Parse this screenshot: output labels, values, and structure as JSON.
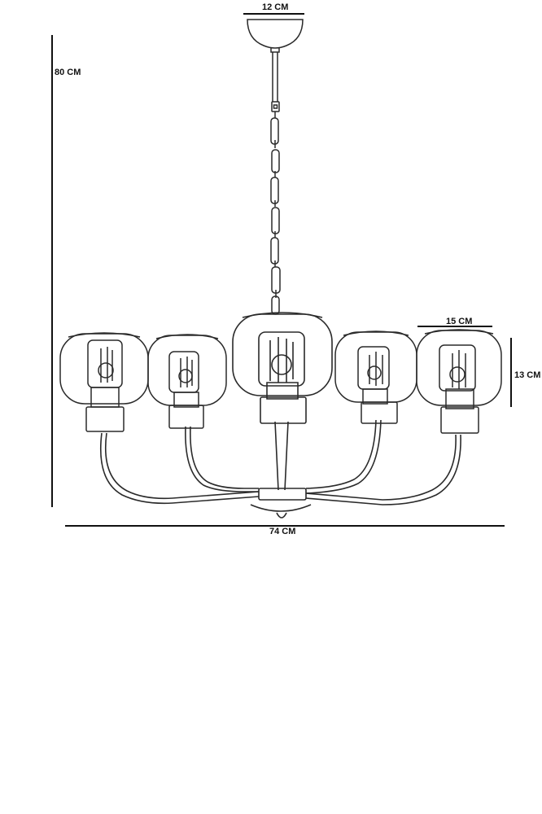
{
  "dimensions": {
    "canopy_width": "12 CM",
    "total_height": "80 CM",
    "shade_width": "15 CM",
    "shade_height": "13 CM",
    "total_width": "74 CM"
  },
  "colors": {
    "line": "#2a2a2a",
    "dimension_line": "#111111",
    "background": "#ffffff"
  }
}
